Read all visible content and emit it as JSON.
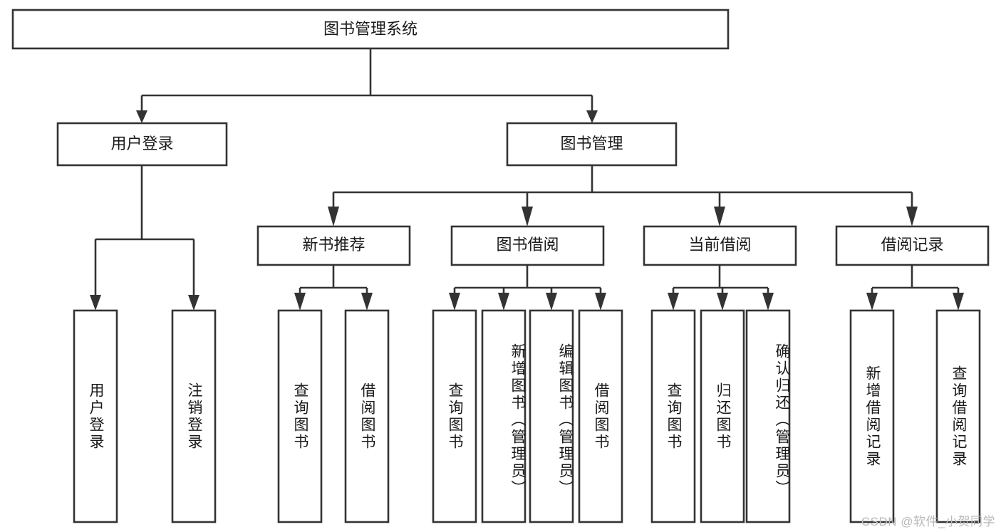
{
  "diagram": {
    "type": "tree",
    "title_node": {
      "label": "图书管理系统"
    },
    "level2": [
      {
        "label": "用户登录"
      },
      {
        "label": "图书管理"
      }
    ],
    "level3": [
      {
        "label": "新书推荐"
      },
      {
        "label": "图书借阅"
      },
      {
        "label": "当前借阅"
      },
      {
        "label": "借阅记录"
      }
    ],
    "leaves": {
      "user_login": [
        {
          "label": "用户登录"
        },
        {
          "label": "注销登录"
        }
      ],
      "new_book": [
        {
          "label": "查询图书"
        },
        {
          "label": "借阅图书"
        }
      ],
      "borrow": [
        {
          "label": "查询图书"
        },
        {
          "label": "新增图书（管理员）"
        },
        {
          "label": "编辑图书（管理员）"
        },
        {
          "label": "借阅图书"
        }
      ],
      "current": [
        {
          "label": "查询图书"
        },
        {
          "label": "归还图书"
        },
        {
          "label": "确认归还（管理员）"
        }
      ],
      "records": [
        {
          "label": "新增借阅记录"
        },
        {
          "label": "查询借阅记录"
        }
      ]
    }
  },
  "watermark": {
    "text": "CSDN @软件_小贺同学"
  },
  "colors": {
    "stroke": "#333333",
    "fill": "#ffffff",
    "text": "#1a1a1a",
    "watermark": "#b9b9b9"
  }
}
